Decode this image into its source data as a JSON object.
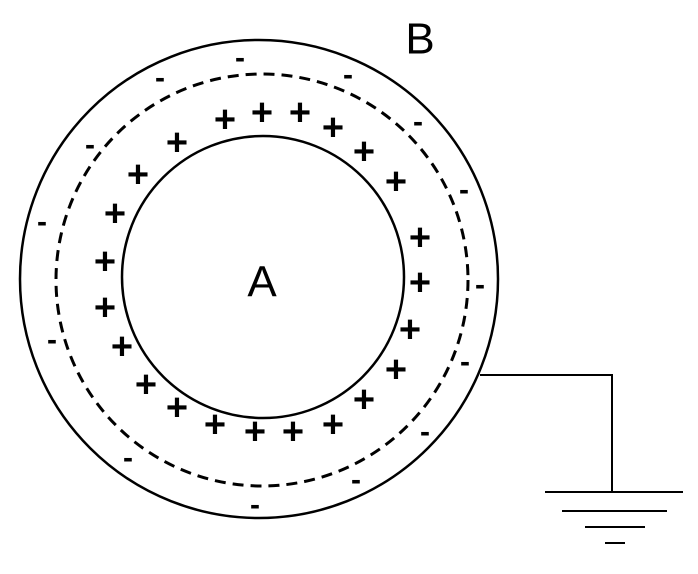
{
  "labels": {
    "inner_sphere": "A",
    "outer_shell": "B"
  },
  "symbols": {
    "plus": "+",
    "minus": "-"
  },
  "counts": {
    "plus_charges": 23,
    "minus_charges": 14
  },
  "colors": {
    "stroke": "#000000",
    "background": "#ffffff"
  }
}
